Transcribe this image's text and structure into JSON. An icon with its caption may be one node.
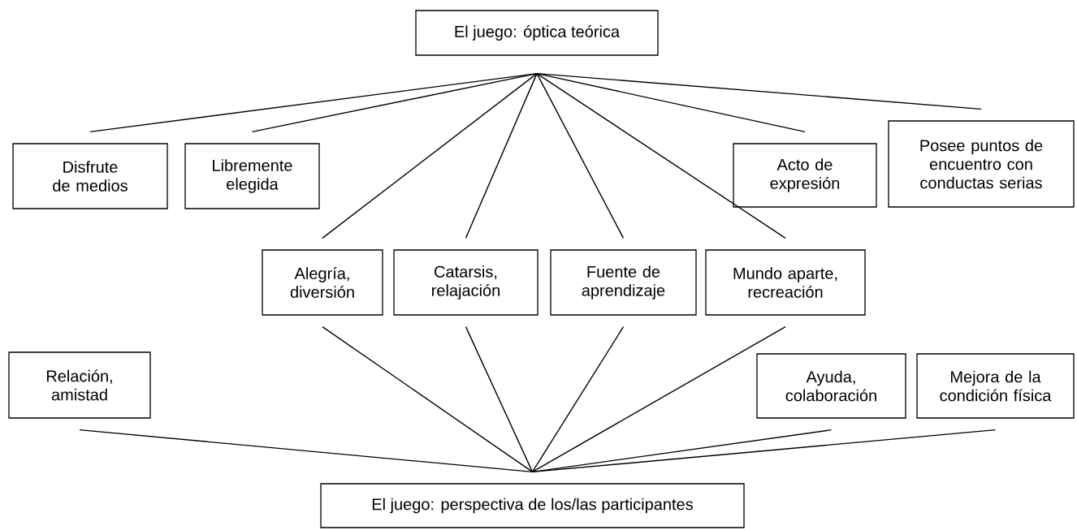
{
  "diagram": {
    "nodes": [
      {
        "text": [
          "El juego: óptica teórica"
        ]
      },
      {
        "text": [
          "Disfrute de medios"
        ]
      },
      {
        "text": [
          "Libremente elegida"
        ]
      },
      {
        "text": [
          "Acto de expresión"
        ]
      },
      {
        "text": [
          "Posee puntos de encuentro con conductas serias"
        ]
      },
      {
        "text": [
          "Alegría, diversión"
        ]
      },
      {
        "text": [
          "Catarsis, relajación"
        ]
      },
      {
        "text": [
          "Fuente de aprendizaje"
        ]
      },
      {
        "text": [
          "Mundo aparte, recreación"
        ]
      },
      {
        "text": [
          "Relación, amistad"
        ]
      },
      {
        "text": [
          "Ayuda, colaboración"
        ]
      },
      {
        "text": [
          "Mejora de la condición física"
        ]
      },
      {
        "text": [
          "El juego: perspectiva de los/las participantes"
        ]
      }
    ],
    "edges": [
      {
        "from": 0,
        "to": 1,
        "arrow": "none"
      },
      {
        "from": 0,
        "to": 2,
        "arrow": "none"
      },
      {
        "from": 0,
        "to": 5,
        "arrow": "none"
      },
      {
        "from": 0,
        "to": 6,
        "arrow": "none"
      },
      {
        "from": 0,
        "to": 7,
        "arrow": "none"
      },
      {
        "from": 0,
        "to": 8,
        "arrow": "none"
      },
      {
        "from": 0,
        "to": 3,
        "arrow": "none"
      },
      {
        "from": 0,
        "to": 4,
        "arrow": "none"
      },
      {
        "from": 9,
        "to": 12,
        "arrow": "none"
      },
      {
        "from": 5,
        "to": 12,
        "arrow": "none"
      },
      {
        "from": 6,
        "to": 12,
        "arrow": "none"
      },
      {
        "from": 7,
        "to": 12,
        "arrow": "none"
      },
      {
        "from": 8,
        "to": 12,
        "arrow": "none"
      },
      {
        "from": 10,
        "to": 12,
        "arrow": "none"
      },
      {
        "from": 11,
        "to": 12,
        "arrow": "none"
      }
    ]
  }
}
